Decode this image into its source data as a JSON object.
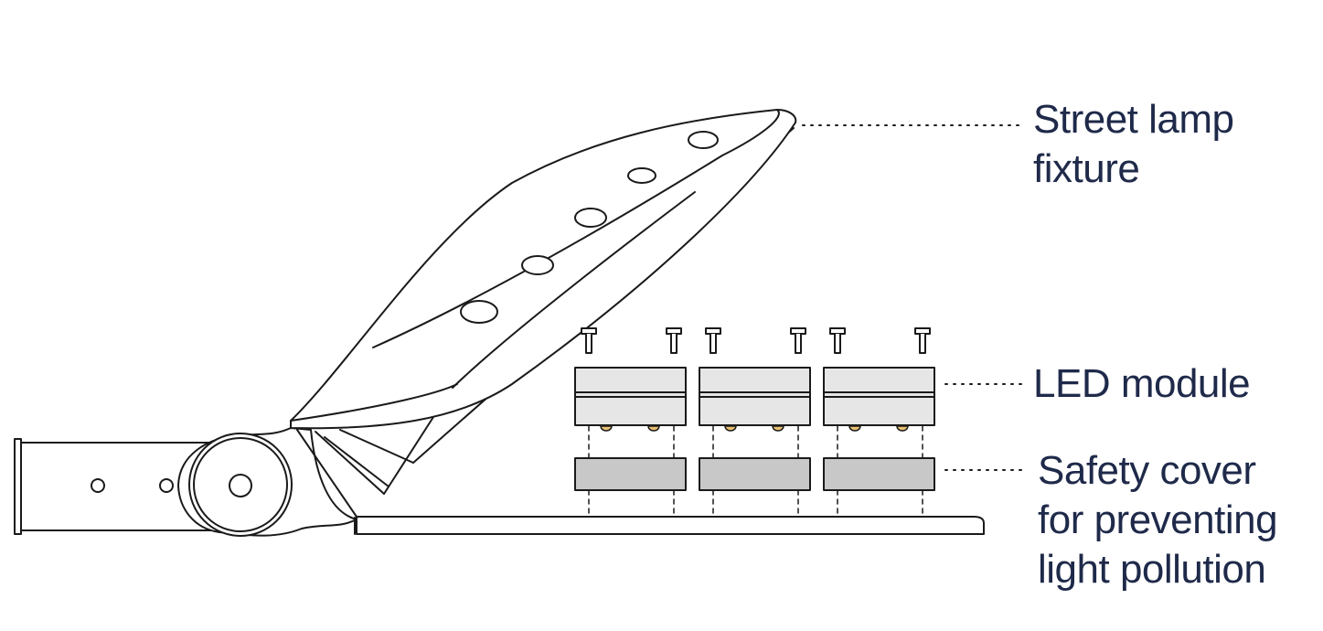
{
  "labels": {
    "fixture": {
      "line1": "Street lamp",
      "line2": "fixture"
    },
    "led": {
      "line1": "LED module"
    },
    "cover": {
      "line1": "Safety cover",
      "line2": "for preventing",
      "line3": "light pollution"
    }
  },
  "colors": {
    "stroke": "#1a1a1a",
    "text": "#1f2a4a",
    "module_fill": "#e6e6e6",
    "cover_fill": "#c8c8c8",
    "led_dot": "#e8c070",
    "background": "#ffffff"
  },
  "counts": {
    "modules": 3
  }
}
